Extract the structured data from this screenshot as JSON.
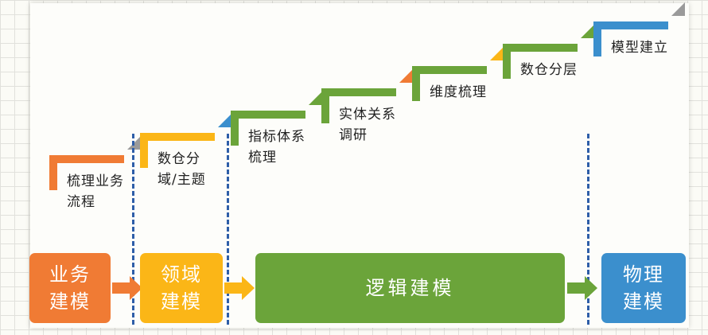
{
  "colors": {
    "orange": "#f07b34",
    "yellow": "#fbb617",
    "green": "#6ba43a",
    "blue": "#3b8fcd",
    "line_blue": "#2e5ea8",
    "corner_gray": "#9a9a9a"
  },
  "steps": [
    {
      "label": "梳理业务流程",
      "color": "#f07b34",
      "corner": "#9a9a9a"
    },
    {
      "label": "数仓分域/主题",
      "color": "#fbb617",
      "corner": "#3b8fcd"
    },
    {
      "label": "指标体系梳理",
      "color": "#6ba43a",
      "corner": "#6ba43a"
    },
    {
      "label": "实体关系调研",
      "color": "#6ba43a",
      "corner": "#f07b34"
    },
    {
      "label": "维度梳理",
      "color": "#6ba43a",
      "corner": "#fbb617"
    },
    {
      "label": "数仓分层",
      "color": "#6ba43a",
      "corner": "#6ba43a"
    },
    {
      "label": "模型建立",
      "color": "#3b8fcd",
      "corner": "#9a9a9a"
    }
  ],
  "stages": [
    {
      "label": "业务建模",
      "color": "#f07b34"
    },
    {
      "label": "领域建模",
      "color": "#fbb617"
    },
    {
      "label": "逻辑建模",
      "color": "#6ba43a"
    },
    {
      "label": "物理建模",
      "color": "#3b8fcd"
    }
  ]
}
